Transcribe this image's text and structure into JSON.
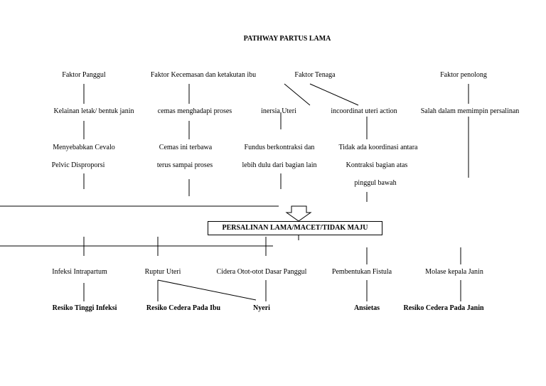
{
  "title": "PATHWAY PARTUS LAMA",
  "factors": {
    "panggul": "Faktor Panggul",
    "kecemasan": "Faktor Kecemasan dan ketakutan ibu",
    "tenaga": "Faktor Tenaga",
    "penolong": "Faktor penolong"
  },
  "effects": {
    "kelainan": "Kelainan letak/ bentuk janin",
    "cemas": "cemas menghadapi proses",
    "inersia": "inersia Uteri",
    "incoordinat": "incoordinat uteri action",
    "salah": "Salah dalam memimpin persalinan"
  },
  "consequences": {
    "cevalo_1": "Menyebabkan Cevalo",
    "cevalo_2": "Pelvic Disproporsi",
    "terbawa_1": "Cemas ini terbawa",
    "terbawa_2": "terus sampai proses",
    "fundus_1": "Fundus berkontraksi dan",
    "fundus_2": "lebih dulu dari bagian lain",
    "koordinasi_1": "Tidak ada koordinasi antara",
    "koordinasi_2": "Kontraksi bagian atas",
    "koordinasi_3": "pinggul bawah"
  },
  "center": "PERSALINAN LAMA/MACET/TIDAK MAJU",
  "complications": {
    "infeksi": "Infeksi Intrapartum",
    "ruptur": "Ruptur Uteri",
    "cidera": "Cidera Otot-otot Dasar Panggul",
    "fistula": "Pembentukan Fistula",
    "molase": "Molase kepala Janin"
  },
  "diagnoses": {
    "infeksi": "Resiko Tinggi Infeksi",
    "cedera_ibu": "Resiko Cedera Pada Ibu",
    "nyeri": "Nyeri",
    "ansietas": "Ansietas",
    "cedera_janin": "Resiko Cedera Pada Janin"
  }
}
